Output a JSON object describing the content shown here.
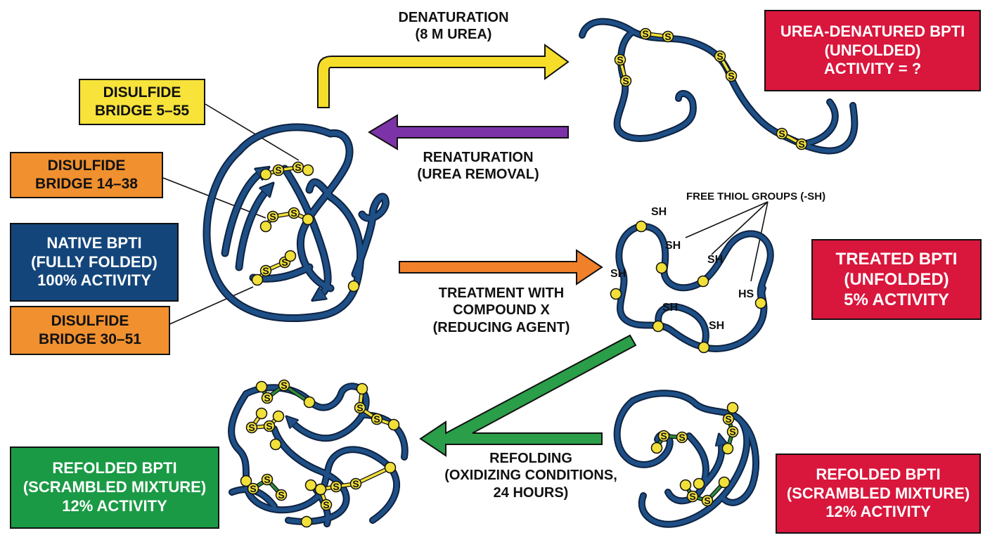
{
  "colors": {
    "chain": "#1e4f86",
    "chain_outline": "#0e2240",
    "sulfur": "#f1e03a",
    "bridge_scrambled": "#2e8b3e",
    "yellow_box": "#f7e33a",
    "orange_box": "#f0902f",
    "navy_box": "#13457a",
    "red_box": "#d9163c",
    "green_box": "#1a9a45",
    "arrow_denature": "#f5dd2a",
    "arrow_renature": "#7d33a8",
    "arrow_treat": "#f0802a",
    "arrow_refold": "#2a9e48"
  },
  "atoms": {
    "sulfur": "S",
    "thiol": "SH",
    "thiol_reversed": "HS"
  },
  "labels": {
    "bridge_5_55": [
      "DISULFIDE",
      "BRIDGE 5–55"
    ],
    "bridge_14_38": [
      "DISULFIDE",
      "BRIDGE 14–38"
    ],
    "bridge_30_51": [
      "DISULFIDE",
      "BRIDGE 30–51"
    ],
    "native": [
      "NATIVE BPTI",
      "(FULLY FOLDED)",
      "100% ACTIVITY"
    ],
    "urea_denatured": [
      "UREA-DENATURED BPTI",
      "(UNFOLDED)",
      "ACTIVITY = ?"
    ],
    "treated": [
      "TREATED BPTI",
      "(UNFOLDED)",
      "5% ACTIVITY"
    ],
    "refolded_left": [
      "REFOLDED BPTI",
      "(SCRAMBLED MIXTURE)",
      "12% ACTIVITY"
    ],
    "refolded_right": [
      "REFOLDED BPTI",
      "(SCRAMBLED MIXTURE)",
      "12% ACTIVITY"
    ]
  },
  "steps": {
    "denaturation": [
      "DENATURATION",
      "(8 M UREA)"
    ],
    "renaturation": [
      "RENATURATION",
      "(UREA REMOVAL)"
    ],
    "treatment": [
      "TREATMENT WITH",
      "COMPOUND X",
      "(REDUCING AGENT)"
    ],
    "refolding": [
      "REFOLDING",
      "(OXIDIZING CONDITIONS,",
      "24 HOURS)"
    ]
  },
  "annotations": {
    "free_thiol": "FREE THIOL GROUPS (-SH)"
  }
}
